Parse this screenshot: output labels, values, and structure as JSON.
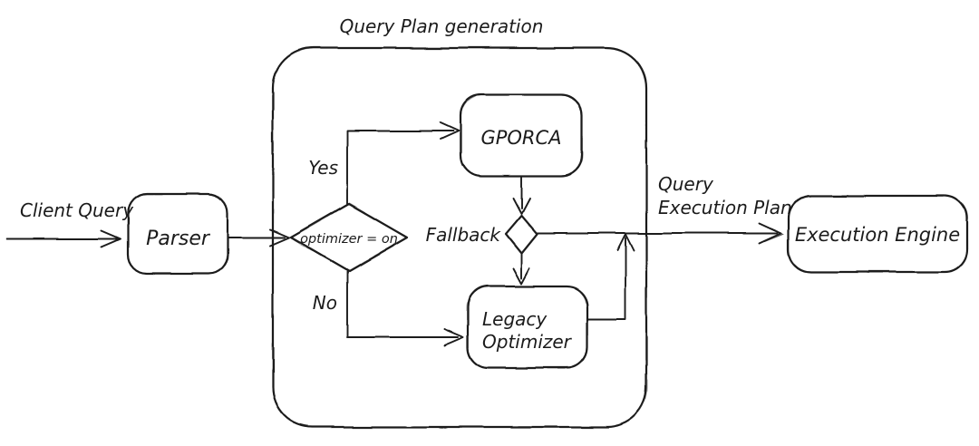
{
  "diagram": {
    "title": "Query Plan generation",
    "nodes": {
      "client_query_label": "Client Query",
      "parser": "Parser",
      "decision": "optimizer = on",
      "gporca": "GPORCA",
      "legacy_line1": "Legacy",
      "legacy_line2": "Optimizer",
      "fallback_label": "Fallback",
      "execution_engine": "Execution Engine"
    },
    "edges": {
      "yes_label": "Yes",
      "no_label": "No",
      "plan_label_line1": "Query",
      "plan_label_line2": "Execution Plan"
    },
    "colors": {
      "stroke": "#1b1b1b",
      "background": "#ffffff"
    }
  }
}
